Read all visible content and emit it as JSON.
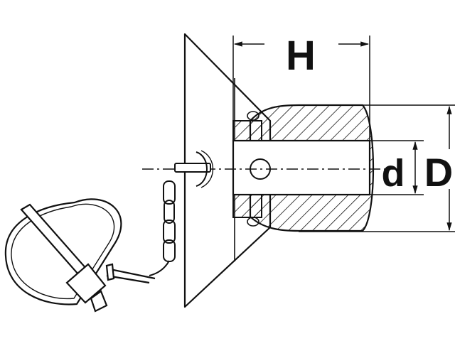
{
  "dimensions": {
    "h_label": "H",
    "d_small_label": "d",
    "d_large_label": "D"
  },
  "colors": {
    "line": "#111111",
    "fill": "#ffffff"
  }
}
